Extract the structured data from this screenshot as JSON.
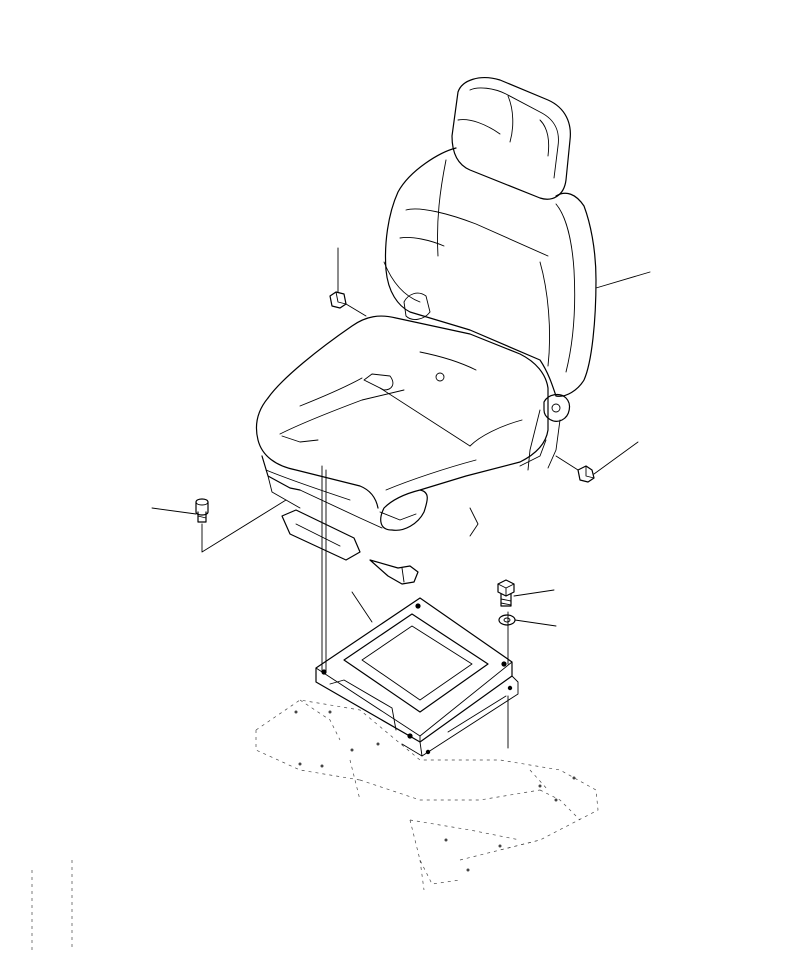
{
  "drawing": {
    "colors": {
      "line": "#000000",
      "background": "#ffffff",
      "ghost": "#444444"
    },
    "parts": [
      {
        "id": "seat-assembly",
        "icon": "seat-icon"
      },
      {
        "id": "cap-nut-left",
        "icon": "nut-icon"
      },
      {
        "id": "cap-nut-right",
        "icon": "nut-icon"
      },
      {
        "id": "socket-bolt",
        "icon": "bolt-icon"
      },
      {
        "id": "hex-bolt",
        "icon": "bolt-icon"
      },
      {
        "id": "washer",
        "icon": "washer-icon"
      },
      {
        "id": "mounting-plate",
        "icon": "plate-icon"
      },
      {
        "id": "cab-floor",
        "icon": "floor-icon"
      }
    ]
  }
}
